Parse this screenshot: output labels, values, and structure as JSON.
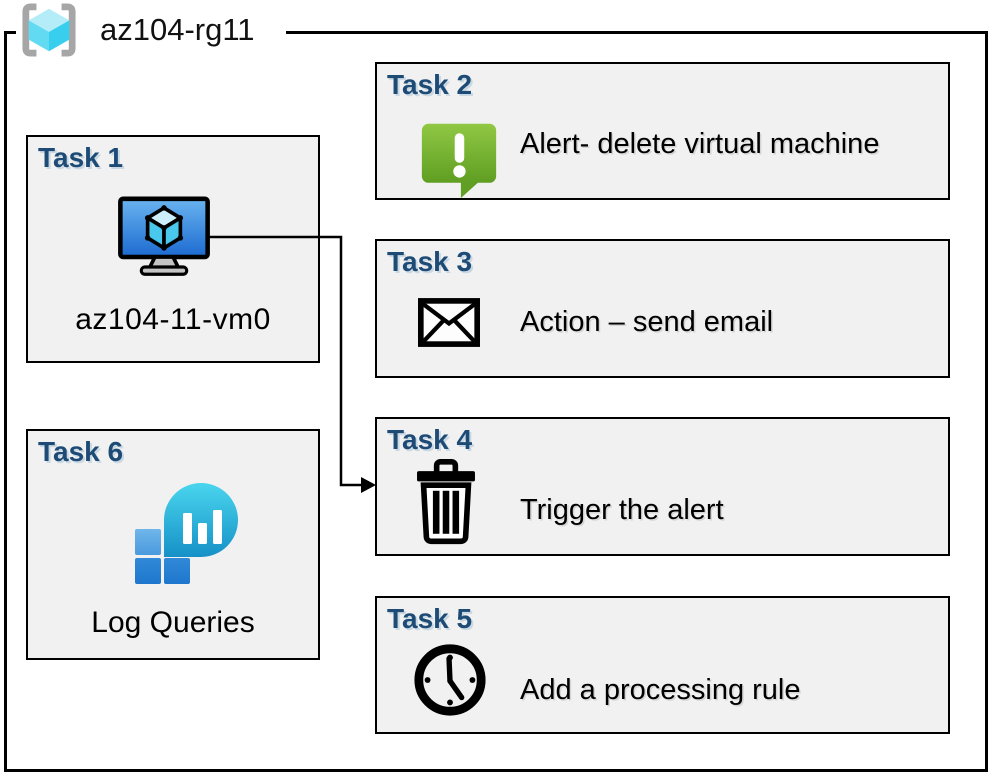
{
  "resource_group": {
    "name": "az104-rg11",
    "icon": "resource-group-icon"
  },
  "tasks": [
    {
      "title": "Task 1",
      "label": "az104-11-vm0",
      "icon": "virtual-machine-icon"
    },
    {
      "title": "Task 2",
      "label": "Alert- delete virtual machine",
      "icon": "alert-message-icon"
    },
    {
      "title": "Task 3",
      "label": "Action – send email",
      "icon": "email-envelope-icon"
    },
    {
      "title": "Task 4",
      "label": "Trigger the alert",
      "icon": "trash-icon"
    },
    {
      "title": "Task 5",
      "label": "Add a processing rule",
      "icon": "clock-icon"
    },
    {
      "title": "Task 6",
      "label": "Log Queries",
      "icon": "log-queries-icon"
    }
  ],
  "connector": {
    "from": "Task 1",
    "to": "Task 4"
  },
  "colors": {
    "task_title_blue": "#1D4B76",
    "box_fill": "#F1F1F1",
    "box_border": "#000000",
    "alert_green_top": "#90C844",
    "alert_green_bottom": "#5F9E22",
    "vm_blue_top": "#6AB4F0",
    "vm_blue_bottom": "#1C6AD0",
    "log_teal_top": "#4AD5EE",
    "log_teal_bottom": "#1691C7",
    "log_square_blue": "#2E84D5",
    "rg_bracket_gray": "#A6A6A6",
    "rg_cube_cyan": "#50D8F0"
  }
}
